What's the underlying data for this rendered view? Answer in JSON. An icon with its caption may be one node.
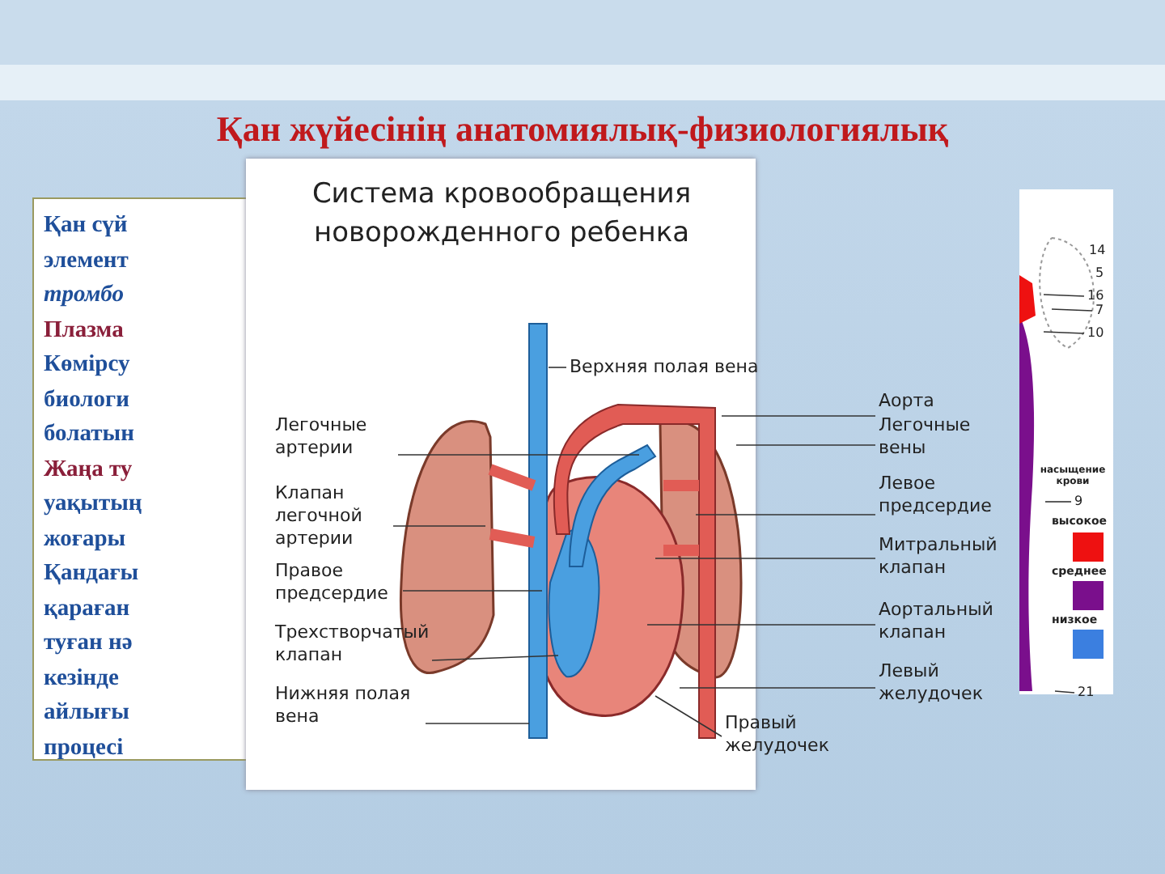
{
  "diagram": {
    "title": "Қан жүйесінің анатомиялық-физиологиялық",
    "nodes": [
      {
        "text": [
          "Верхняя полая вена"
        ]
      },
      {
        "text": [
          "Аорта"
        ]
      },
      {
        "text": [
          "Легочные артерии"
        ]
      },
      {
        "text": [
          "Легочные вены"
        ]
      },
      {
        "text": [
          "Клапан легочной артерии"
        ]
      },
      {
        "text": [
          "Левое предсердие"
        ]
      },
      {
        "text": [
          "Правое предсердие"
        ]
      },
      {
        "text": [
          "Митральный клапан"
        ]
      },
      {
        "text": [
          "Трехстворчатый клапан"
        ]
      },
      {
        "text": [
          "Аортальный клапан"
        ]
      },
      {
        "text": [
          "Нижняя полая вена"
        ]
      },
      {
        "text": [
          "Левый желудочек"
        ]
      },
      {
        "text": [
          "Правый желудочек"
        ]
      },
      {
        "text": [],
        "shape": "picture"
      },
      {
        "text": [
          "16"
        ],
        "in": 13
      },
      {
        "text": [
          "7"
        ],
        "in": 13
      },
      {
        "text": [
          "10"
        ],
        "in": 13
      },
      {
        "text": [
          "9"
        ],
        "in": 13
      },
      {
        "text": [
          "21"
        ],
        "in": 13
      }
    ],
    "edges": [
      {
        "from": 0,
        "to": null,
        "arrow": "none"
      },
      {
        "from": 1,
        "to": null,
        "arrow": "none"
      },
      {
        "from": 2,
        "to": null,
        "arrow": "none"
      },
      {
        "from": 3,
        "to": null,
        "arrow": "none"
      },
      {
        "from": 4,
        "to": null,
        "arrow": "none"
      },
      {
        "from": 5,
        "to": null,
        "arrow": "none"
      },
      {
        "from": 6,
        "to": null,
        "arrow": "none"
      },
      {
        "from": 7,
        "to": null,
        "arrow": "none"
      },
      {
        "from": 8,
        "to": null,
        "arrow": "none"
      },
      {
        "from": 9,
        "to": null,
        "arrow": "none"
      },
      {
        "from": 10,
        "to": null,
        "arrow": "none"
      },
      {
        "from": 11,
        "to": null,
        "arrow": "none"
      },
      {
        "from": 12,
        "to": null,
        "arrow": "none"
      },
      {
        "from": 14,
        "to": 13,
        "arrow": "none"
      },
      {
        "from": 15,
        "to": 13,
        "arrow": "none"
      },
      {
        "from": 16,
        "to": 13,
        "arrow": "none"
      },
      {
        "from": 17,
        "to": 13,
        "arrow": "none"
      },
      {
        "from": 18,
        "to": 13,
        "arrow": "none"
      }
    ],
    "labels": [
      "Система кровообращения новорожденного ребенка",
      "Қан сүй",
      "элемент",
      "тромбо",
      "Плазма",
      "Көмірсу",
      "биологи",
      "болатын",
      "Жаңа ту",
      "уақытың",
      "жоғары",
      "Қандағы",
      "қараған",
      "туған нә",
      "кезінде",
      "айлығы",
      "процесі",
      "14",
      "5",
      "насыщение крови"
    ],
    "legend": [
      {
        "text": "высокое",
        "color": "#ee1111"
      },
      {
        "text": "среднее",
        "color": "#7a0f8c"
      },
      {
        "text": "низкое",
        "color": "#3b7fe0"
      }
    ]
  }
}
